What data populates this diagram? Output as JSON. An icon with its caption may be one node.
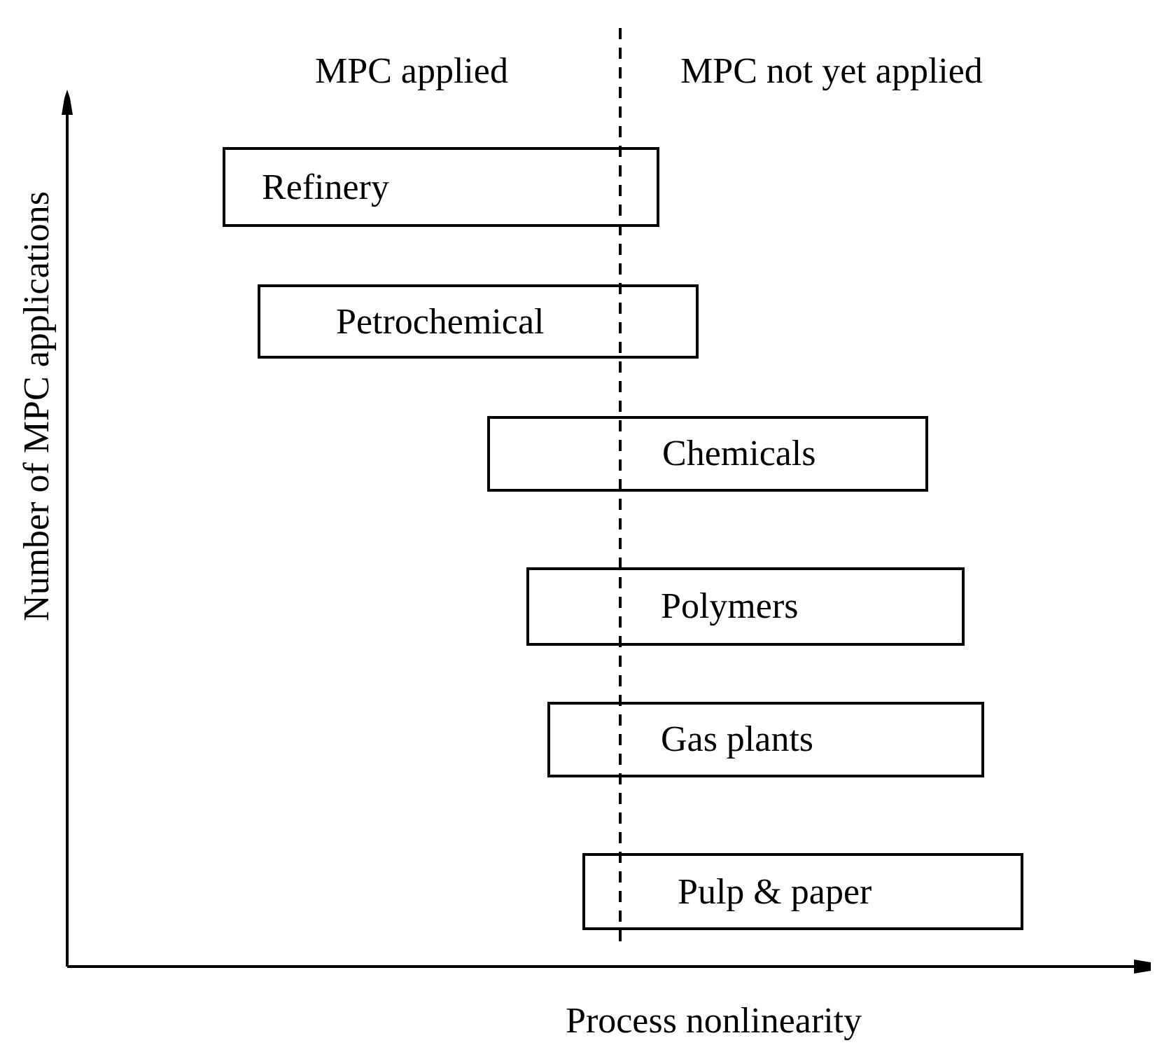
{
  "diagram": {
    "nodes": [
      {
        "text": [
          "Refinery"
        ]
      },
      {
        "text": [
          "Petrochemical"
        ]
      },
      {
        "text": [
          "Chemicals"
        ]
      },
      {
        "text": [
          "Polymers"
        ]
      },
      {
        "text": [
          "Gas plants"
        ]
      },
      {
        "text": [
          "Pulp & paper"
        ]
      }
    ],
    "labels": [
      "MPC applied",
      "MPC not yet applied",
      "Number of MPC applications",
      "Process nonlinearity"
    ]
  }
}
